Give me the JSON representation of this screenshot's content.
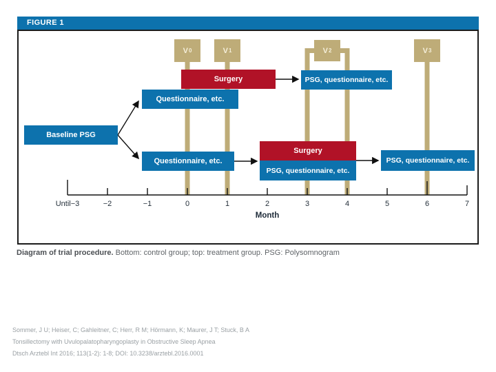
{
  "figure": {
    "header": "FIGURE 1",
    "visits": [
      {
        "base": "V",
        "sub": "0"
      },
      {
        "base": "V",
        "sub": "1"
      },
      {
        "base": "V",
        "sub": "2"
      },
      {
        "base": "V",
        "sub": "3"
      }
    ],
    "boxes": {
      "surgery_top": "Surgery",
      "psg_top": "PSG, questionnaire, etc.",
      "questionnaire_top": "Questionnaire, etc.",
      "baseline_psg": "Baseline PSG",
      "questionnaire_bottom": "Questionnaire, etc.",
      "surgery_bottom": "Surgery",
      "psg_bottom": "PSG, questionnaire, etc.",
      "psg_right": "PSG, questionnaire, etc."
    },
    "axis": {
      "ticks": [
        "Until−3",
        "−2",
        "−1",
        "0",
        "1",
        "2",
        "3",
        "4",
        "5",
        "6",
        "7"
      ],
      "label": "Month"
    },
    "caption_bold": "Diagram of trial procedure.",
    "caption_rest": " Bottom: control group; top: treatment group. PSG: Polysomnogram"
  },
  "citation": {
    "line1": "Sommer, J U; Heiser, C; Gahleitner, C; Herr, R M; Hörmann, K; Maurer, J T; Stuck, B A",
    "line2": "Tonsillectomy with Uvulopalatopharyngoplasty in Obstructive Sleep Apnea",
    "line3": "Dtsch Arztebl Int 2016; 113(1-2): 1-8; DOI: 10.3238/arztebl.2016.0001"
  },
  "colors": {
    "accent_blue": "#0d72ad",
    "accent_red": "#b11227",
    "visit_tan": "#beac78",
    "border_dark": "#1b1b1b"
  }
}
